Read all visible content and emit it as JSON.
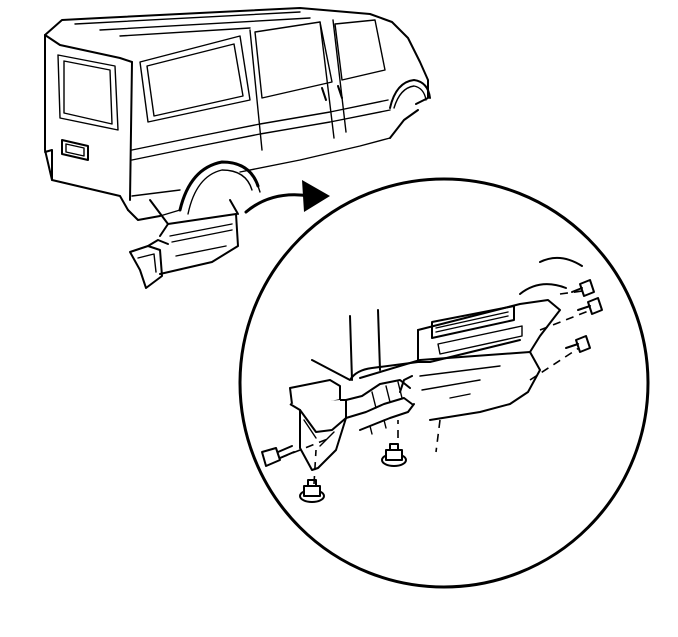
{
  "figure": {
    "background": "#ffffff",
    "line_color": "#000000",
    "style": "black-and-white line illustration",
    "parts": [
      "van",
      "rear-wheel-opening",
      "lower-panel",
      "callout-arrow",
      "detail-circle",
      "bracket",
      "bolt",
      "push-retainer"
    ]
  }
}
